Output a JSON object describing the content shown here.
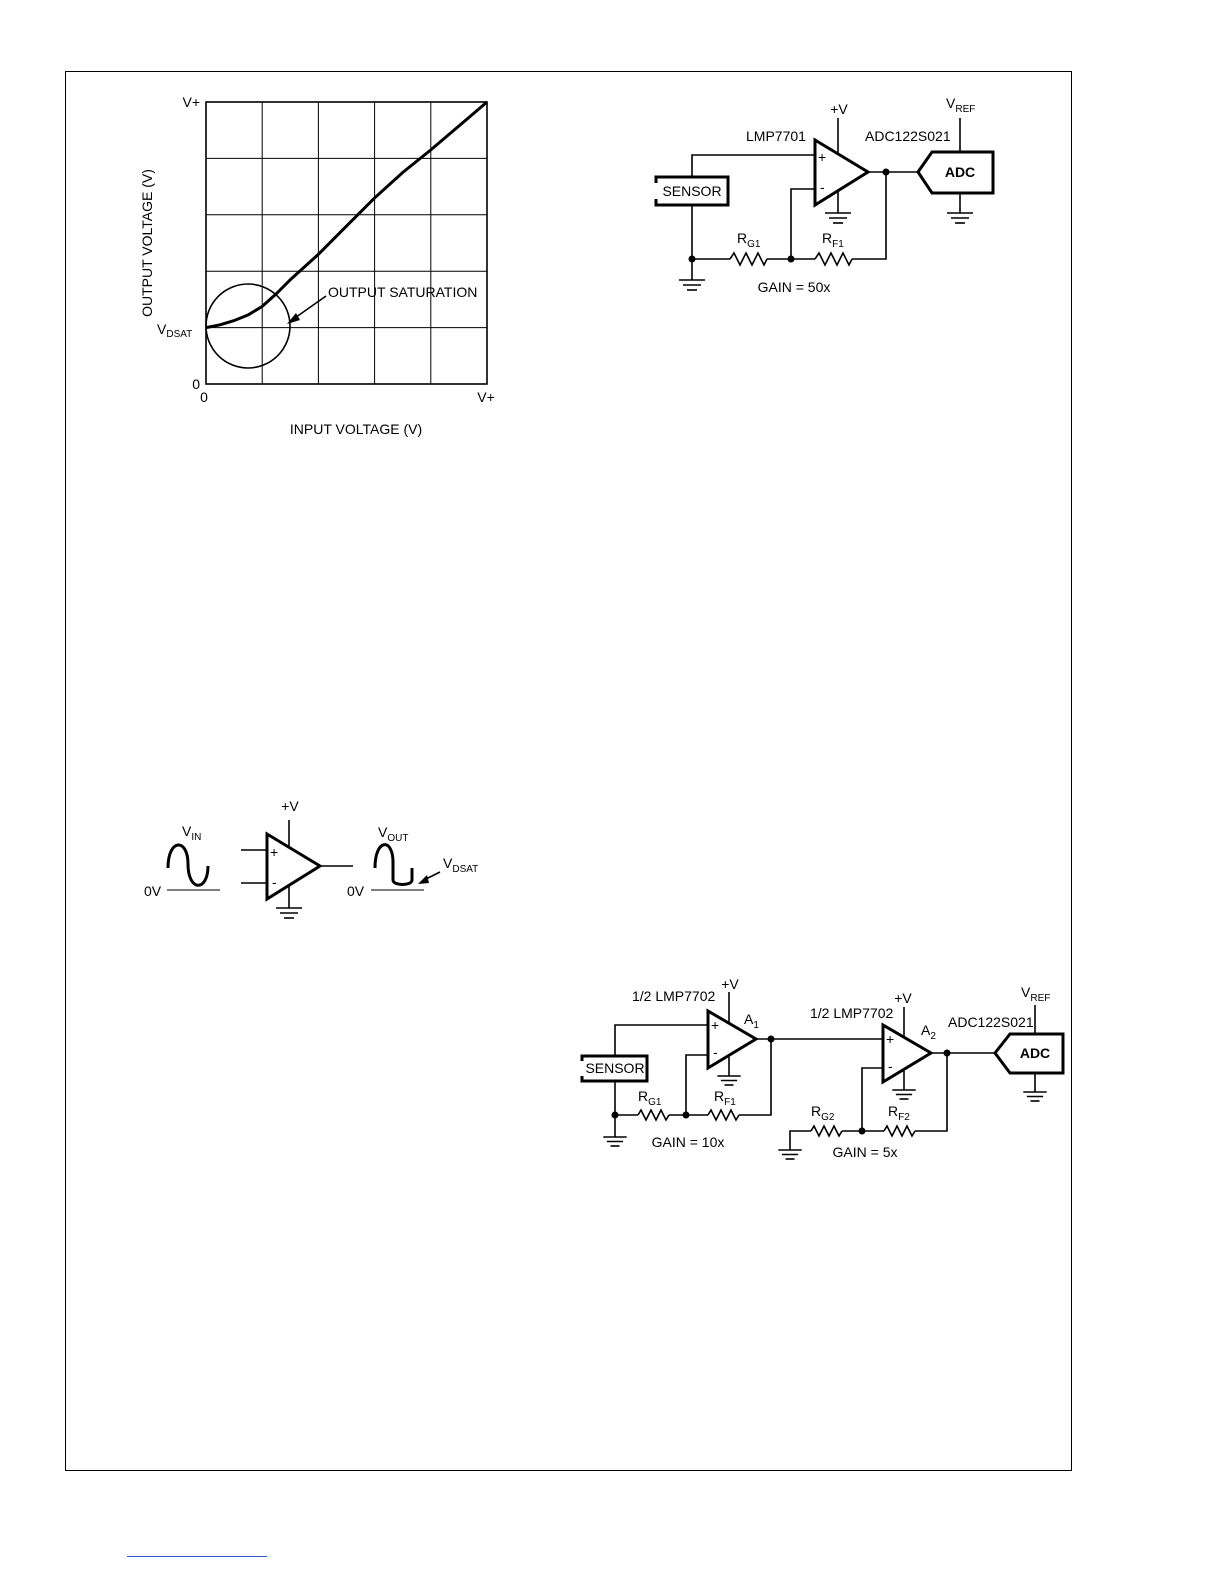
{
  "chart_data": {
    "type": "line",
    "xlabel": "INPUT VOLTAGE (V)",
    "ylabel": "OUTPUT VOLTAGE (V)",
    "x_tick_labels": [
      "0",
      "V+"
    ],
    "y_tick_labels": [
      "0",
      "VDSAT",
      "V+"
    ],
    "xlim": [
      0,
      1
    ],
    "ylim": [
      0,
      1
    ],
    "grid": true,
    "series": [
      {
        "x": [
          0,
          0.05,
          0.1,
          0.15,
          0.2,
          0.25,
          0.3,
          0.4,
          0.5,
          0.6,
          0.7,
          0.8,
          0.9,
          1.0
        ],
        "y": [
          0.2,
          0.21,
          0.225,
          0.245,
          0.275,
          0.32,
          0.37,
          0.46,
          0.56,
          0.66,
          0.75,
          0.83,
          0.915,
          1.0
        ]
      }
    ],
    "annotations": [
      {
        "text": "OUTPUT SATURATION"
      },
      {
        "text": "VDSAT"
      }
    ]
  },
  "fig_circuit1": {
    "supply": "+V",
    "opamp": "LMP7701",
    "adc_part": "ADC122S021",
    "vref_main": "V",
    "vref_sub": "REF",
    "sensor": "SENSOR",
    "adc": "ADC",
    "plus": "+",
    "minus": "-",
    "rg_main": "R",
    "rg_sub": "G1",
    "rf_main": "R",
    "rf_sub": "F1",
    "gain": "GAIN = 50x"
  },
  "fig_saturation": {
    "supply": "+V",
    "vin_main": "V",
    "vin_sub": "IN",
    "vout_main": "V",
    "vout_sub": "OUT",
    "vdsat_main": "V",
    "vdsat_sub": "DSAT",
    "zero_in": "0V",
    "zero_out": "0V",
    "plus": "+",
    "minus": "-"
  },
  "fig_circuit2": {
    "opamp1": "1/2 LMP7702",
    "opamp2": "1/2 LMP7702",
    "supply1": "+V",
    "supply2": "+V",
    "a1_main": "A",
    "a1_sub": "1",
    "a2_main": "A",
    "a2_sub": "2",
    "adc_part": "ADC122S021",
    "vref_main": "V",
    "vref_sub": "REF",
    "sensor": "SENSOR",
    "adc": "ADC",
    "plus": "+",
    "minus": "-",
    "rg1_main": "R",
    "rg1_sub": "G1",
    "rf1_main": "R",
    "rf1_sub": "F1",
    "rg2_main": "R",
    "rg2_sub": "G2",
    "rf2_main": "R",
    "rf2_sub": "F2",
    "gain1": "GAIN = 10x",
    "gain2": "GAIN = 5x"
  }
}
